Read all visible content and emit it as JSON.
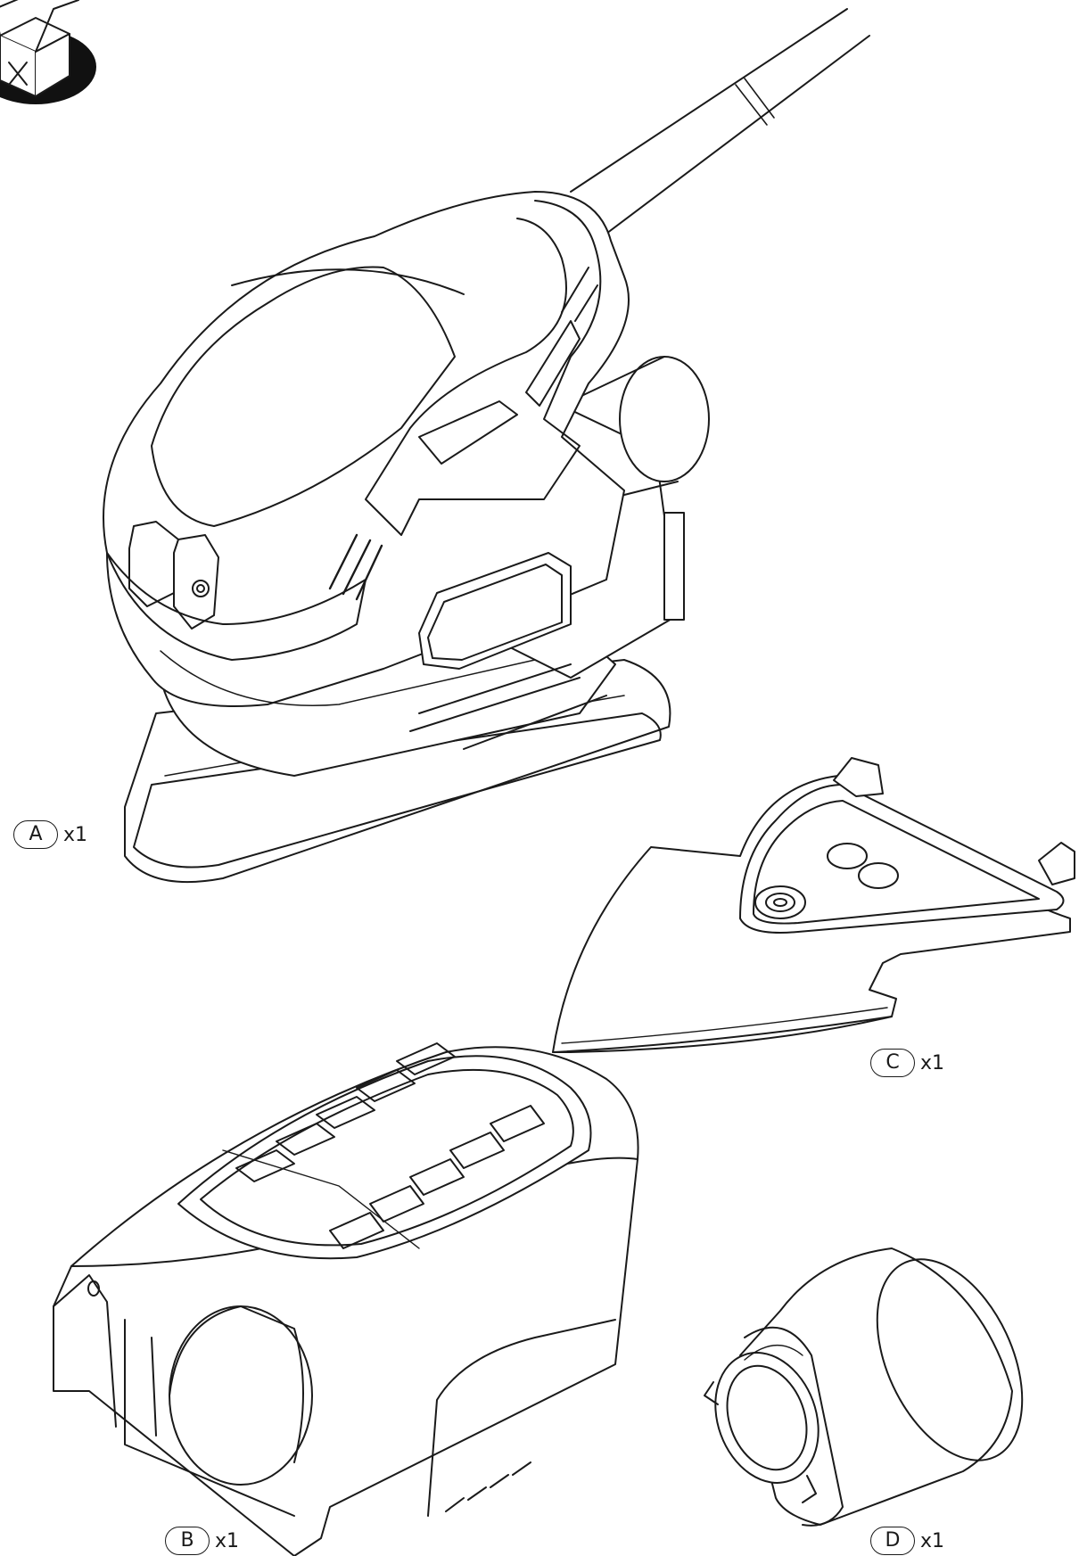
{
  "parts": [
    {
      "letter": "A",
      "quantity": "x1"
    },
    {
      "letter": "B",
      "quantity": "x1"
    },
    {
      "letter": "C",
      "quantity": "x1"
    },
    {
      "letter": "D",
      "quantity": "x1"
    }
  ],
  "colors": {
    "line": "#1a1a1a",
    "fill": "#ffffff",
    "badge": "#111111"
  },
  "icons": {
    "box": "open-box-icon"
  }
}
